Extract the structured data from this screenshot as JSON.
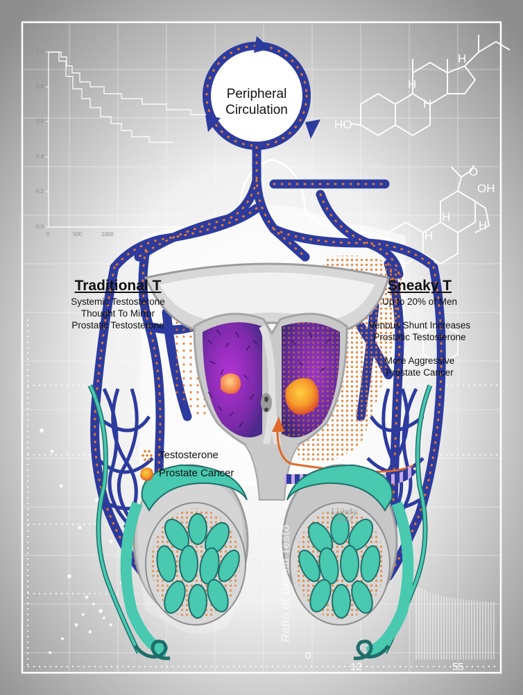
{
  "circulation": {
    "line1": "Peripheral",
    "line2": "Circulation"
  },
  "traditional": {
    "title": "Traditional T",
    "lines": [
      "Systemic Testosterone",
      "Thought To Mirror",
      "Prostatic Testosterone"
    ]
  },
  "sneaky": {
    "title": "Sneaky T",
    "line1": "Up to 20% of Men",
    "shunt": [
      "Venous Shunt Increases",
      "Prostatic Testosterone"
    ],
    "aggressive": [
      "More Aggressive",
      "Prostate Cancer"
    ]
  },
  "legend": {
    "testosterone": "Testosterone",
    "cancer": "Prostate Cancer"
  },
  "background": {
    "km_y_ticks": [
      "1.0",
      "0.8",
      "0.6",
      "0.4",
      "0.2",
      "0.0"
    ],
    "km_x_ticks": [
      "0",
      "500",
      "1000"
    ],
    "bottom_ticks": [
      "0",
      "12",
      "55"
    ],
    "rotated_label": "Ratio of Dorsal Testo",
    "molecule_labels": [
      "HO",
      "H",
      "H",
      "H",
      "OH",
      "O",
      "H",
      "H",
      "H"
    ]
  },
  "signature": {
    "name": "Lundy",
    "year": "2023"
  },
  "colors": {
    "vein": "#2d3b9e",
    "dot": "#e07a2a",
    "gland": "#a020c0",
    "teal": "#3fc0a8",
    "cancer": "#f08a2a"
  }
}
